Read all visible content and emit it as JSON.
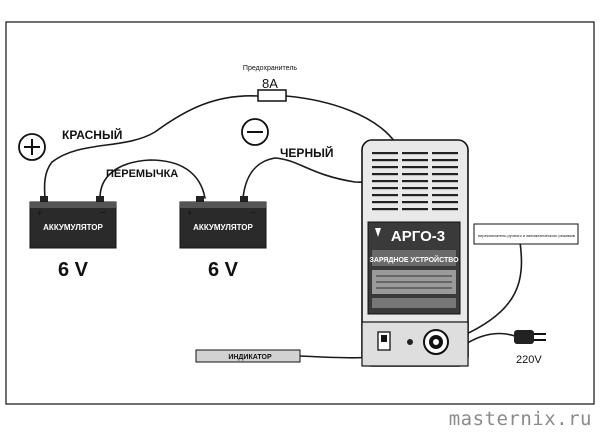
{
  "labels": {
    "fuse_caption": "Предохранитель",
    "fuse_rating": "8А",
    "positive_wire": "КРАСНЫЙ",
    "negative_wire": "ЧЕРНЫЙ",
    "jumper": "ПЕРЕМЫЧКА",
    "mains_voltage": "220V"
  },
  "battery_left": {
    "name": "АККУМУЛЯТОР",
    "voltage": "6 V"
  },
  "battery_right": {
    "name": "АККУМУЛЯТОР",
    "voltage": "6 V"
  },
  "charger": {
    "model": "АРГО-3",
    "subtitle": "ЗАРЯДНОЕ УСТРОЙСТВО",
    "mode_switch_note": "переключатель ручного и автоматического режимов",
    "indicator": "ИНДИКАТОР"
  },
  "watermark": "masternix.ru",
  "colors": {
    "ink": "#111111",
    "charger_body": "#e9e9e9",
    "battery_fill": "#2a2a2a"
  }
}
